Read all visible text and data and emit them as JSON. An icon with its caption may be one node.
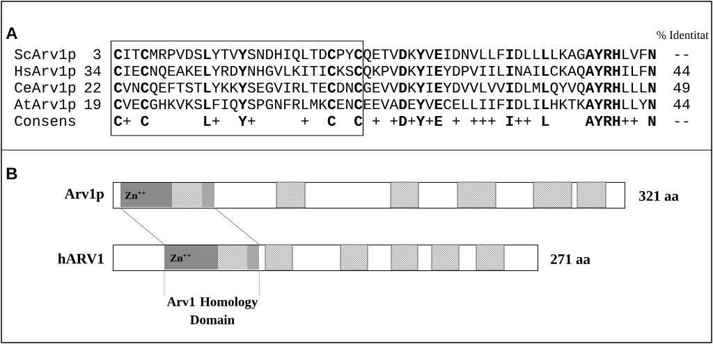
{
  "diagram": {
    "nodes": [
      {
        "text": [],
        "shape": "bar",
        "beside": [
          "Arv1p",
          "321 aa"
        ]
      },
      {
        "text": [
          "Zn$^{++}$"
        ],
        "in": 0
      },
      {
        "text": [],
        "shape": "bar",
        "beside": [
          "hARV1",
          "271 aa"
        ]
      },
      {
        "text": [
          "Zn$^{++}$"
        ],
        "in": 2
      },
      {
        "text": [
          "Arv1 Homology Domain"
        ]
      }
    ],
    "edges": [
      {
        "from": 1,
        "to": 3,
        "arrow": "none"
      },
      {
        "from": 1,
        "to": 3,
        "arrow": "none"
      },
      {
        "from": 4,
        "to": 3,
        "arrow": "none",
        "style": "dashed"
      },
      {
        "from": 4,
        "to": 3,
        "arrow": "none",
        "style": "dashed"
      }
    ],
    "labels": [
      "A",
      "% Identitat",
      "ScArv1p",
      "3",
      "**C**IT**C**MRPVDS**L**YTV**Y**SNDHIQLTD**C**PY**C**QETV**D**K**Y**V**E**IDNVLLF**I**DLL**L**LKAG**AYRH**LVF**N**",
      "--",
      "HsArv1p",
      "34",
      "**C**IE**C**NQEAKE**L**YRD**Y**NHGVLKITI**C**KS**C**QKPV**D**K**Y**I**E**YDPVIIL**I**NAI**L**CKAQ**AYRH**ILF**N**",
      "44",
      "CeArv1p",
      "22",
      "**C**VN**C**QEFTST**L**YKK**Y**SEGVIRLTE**C**DN**C**GEVV**D**K**Y**I**E**YDVVLVV**I**DLM**L**QYVQ**AYRH**LLL**N**",
      "49",
      "AtArv1p",
      "19",
      "**C**VE**C**GHKVKS**L**FIQ**Y**SPGNFRLMK**C**EN**C**EEVA**D**E**Y**V**E**CELLIIF**I**DLI**L**HKTK**AYRH**LLY**N**",
      "44",
      "Consens",
      "**C**+",
      "**C**",
      "**L**+",
      "**Y**+",
      "+",
      "**C**",
      "**C**",
      "+",
      "+**D**+**Y**+**E**",
      "+",
      "+++",
      "**I**++",
      "**L**",
      "**AYRH**++",
      "**N**",
      "--",
      "B"
    ]
  }
}
